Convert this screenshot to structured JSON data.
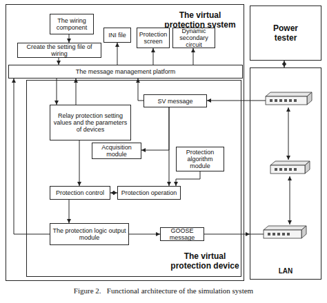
{
  "diagram": {
    "caption": "Figure 2.   Functional architecture of the simulation system",
    "nodes": [
      {
        "text": [
          "The virtual protection system"
        ]
      },
      {
        "text": [
          "The wiring component"
        ],
        "in": 0
      },
      {
        "text": [
          "INI file"
        ],
        "in": 0
      },
      {
        "text": [
          "Protection screen"
        ],
        "in": 0
      },
      {
        "text": [
          "Dynamic secondary circuit"
        ],
        "in": 0
      },
      {
        "text": [
          "Create the setting file of wiring"
        ],
        "in": 0
      },
      {
        "text": [
          "The message management platform"
        ],
        "in": 0
      },
      {
        "text": [
          "The virtual protection device"
        ],
        "in": 0
      },
      {
        "text": [
          "SV message"
        ],
        "in": 7
      },
      {
        "text": [
          "Relay protection setting values and the parameters of devices"
        ],
        "in": 7
      },
      {
        "text": [
          "Acquisition module"
        ],
        "in": 7
      },
      {
        "text": [
          "Protection algorithm module"
        ],
        "in": 7
      },
      {
        "text": [
          "Protection control"
        ],
        "in": 7
      },
      {
        "text": [
          "Protection operation"
        ],
        "in": 7
      },
      {
        "text": [
          "The protection logic output module"
        ],
        "in": 7
      },
      {
        "text": [
          "GOOSE message"
        ],
        "in": 7
      },
      {
        "text": [
          "Power tester"
        ]
      },
      {
        "text": [
          "LAN"
        ]
      }
    ],
    "edges": [
      {
        "from": 1,
        "to": 5,
        "arrow": "to"
      },
      {
        "from": 5,
        "to": 6,
        "arrow": "to"
      },
      {
        "from": 6,
        "to": 2,
        "arrow": "to"
      },
      {
        "from": 6,
        "to": 3,
        "arrow": "to"
      },
      {
        "from": 6,
        "to": 4,
        "arrow": "to"
      },
      {
        "from": 6,
        "to": 9,
        "arrow": "to"
      },
      {
        "from": 9,
        "to": 6,
        "arrow": "to"
      },
      {
        "from": 8,
        "to": 6,
        "arrow": "to"
      },
      {
        "from": 17,
        "to": 8,
        "arrow": "to"
      },
      {
        "from": 8,
        "to": 10,
        "arrow": "to"
      },
      {
        "from": 8,
        "to": 13,
        "arrow": "to"
      },
      {
        "from": 11,
        "to": 13,
        "arrow": "to"
      },
      {
        "from": 9,
        "to": 12,
        "arrow": "to"
      },
      {
        "from": 12,
        "to": 13,
        "arrow": "both"
      },
      {
        "from": 12,
        "to": 14,
        "arrow": "to"
      },
      {
        "from": 14,
        "to": 15,
        "arrow": "to"
      },
      {
        "from": 15,
        "to": 17,
        "arrow": "to"
      },
      {
        "from": 14,
        "to": 6,
        "arrow": "to"
      },
      {
        "from": 16,
        "to": 17,
        "arrow": "both"
      }
    ]
  }
}
